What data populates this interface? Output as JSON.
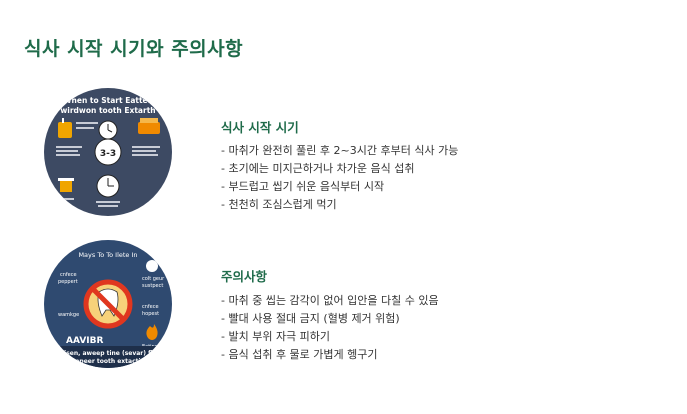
{
  "page": {
    "title": "식사 시작 시기와 주의사항"
  },
  "colors": {
    "accent": "#1f6b4a",
    "text": "#333333",
    "circle_bg": "#3d4a63"
  },
  "sections": [
    {
      "title": "식사 시작 시기",
      "image_text": {
        "header": "When to Start Eattea\nwirdwon tooth Extarth"
      },
      "bullets": [
        "마취가 완전히 풀린 후 2~3시간 후부터 식사 가능",
        "초기에는 미지근하거나 차가운 음식 섭취",
        "부드럽고 씹기 쉬운 음식부터 시작",
        "천천히 조심스럽게 먹기"
      ]
    },
    {
      "title": "주의사항",
      "image_text": {
        "header": "Mays To To Ilete In",
        "left_top": "cnfece\npeppert",
        "left_bottom": "wamkge",
        "right_top": "colt geur\nsustpect",
        "right_mid": "cnfece\nhopest",
        "right_bottom": "Eating",
        "brand": "AAVIBR",
        "footer": "Iwisen, aweep tine (sevar) flor\nnaepeer tooth extaction"
      },
      "bullets": [
        "마취 중 씹는 감각이 없어 입안을 다칠 수 있음",
        "빨대 사용 절대 금지 (혈병 제거 위험)",
        "발치 부위 자극 피하기",
        "음식 섭취 후 물로 가볍게 헹구기"
      ]
    }
  ]
}
